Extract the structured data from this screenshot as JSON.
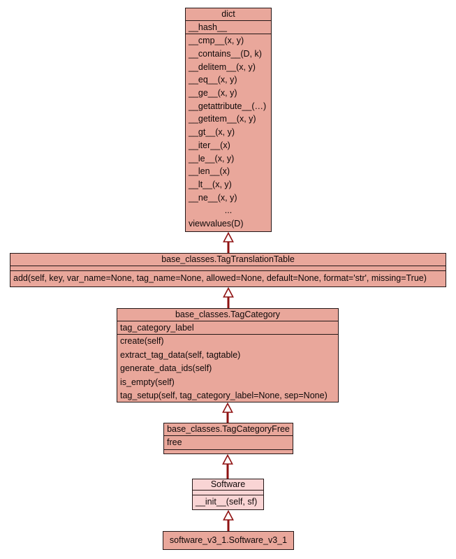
{
  "diagram": {
    "type": "uml-class-inheritance",
    "colors": {
      "node_fill": "#e9a79b",
      "highlight_fill": "#f9d4d4",
      "node_border": "#241717",
      "edge": "#8f1212",
      "text": "#0f0808",
      "background": "#ffffff"
    }
  },
  "classes": {
    "dict": {
      "title": "dict",
      "attributes": [
        "__hash__"
      ],
      "methods": [
        "__cmp__(x, y)",
        "__contains__(D, k)",
        "__delitem__(x, y)",
        "__eq__(x, y)",
        "__ge__(x, y)",
        "__getattribute__(…)",
        "__getitem__(x, y)",
        "__gt__(x, y)",
        "__iter__(x)",
        "__le__(x, y)",
        "__len__(x)",
        "__lt__(x, y)",
        "__ne__(x, y)",
        "...",
        "viewvalues(D)"
      ]
    },
    "tagTranslationTable": {
      "title": "base_classes.TagTranslationTable",
      "attributes": [],
      "methods": [
        "add(self, key, var_name=None, tag_name=None, allowed=None, default=None, format='str', missing=True)"
      ]
    },
    "tagCategory": {
      "title": "base_classes.TagCategory",
      "attributes": [
        "tag_category_label"
      ],
      "methods": [
        "create(self)",
        "extract_tag_data(self, tagtable)",
        "generate_data_ids(self)",
        "is_empty(self)",
        "tag_setup(self, tag_category_label=None, sep=None)"
      ]
    },
    "tagCategoryFree": {
      "title": "base_classes.TagCategoryFree",
      "attributes": [
        "free"
      ],
      "methods": []
    },
    "software": {
      "title": "Software",
      "attributes": [],
      "methods": [
        "__init__(self, sf)"
      ]
    },
    "softwareV31": {
      "title": "software_v3_1.Software_v3_1",
      "attributes": [],
      "methods": []
    }
  },
  "relationships": [
    {
      "child": "base_classes.TagTranslationTable",
      "parent": "dict",
      "type": "inheritance"
    },
    {
      "child": "base_classes.TagCategory",
      "parent": "base_classes.TagTranslationTable",
      "type": "inheritance"
    },
    {
      "child": "base_classes.TagCategoryFree",
      "parent": "base_classes.TagCategory",
      "type": "inheritance"
    },
    {
      "child": "Software",
      "parent": "base_classes.TagCategoryFree",
      "type": "inheritance"
    },
    {
      "child": "software_v3_1.Software_v3_1",
      "parent": "Software",
      "type": "inheritance"
    }
  ]
}
